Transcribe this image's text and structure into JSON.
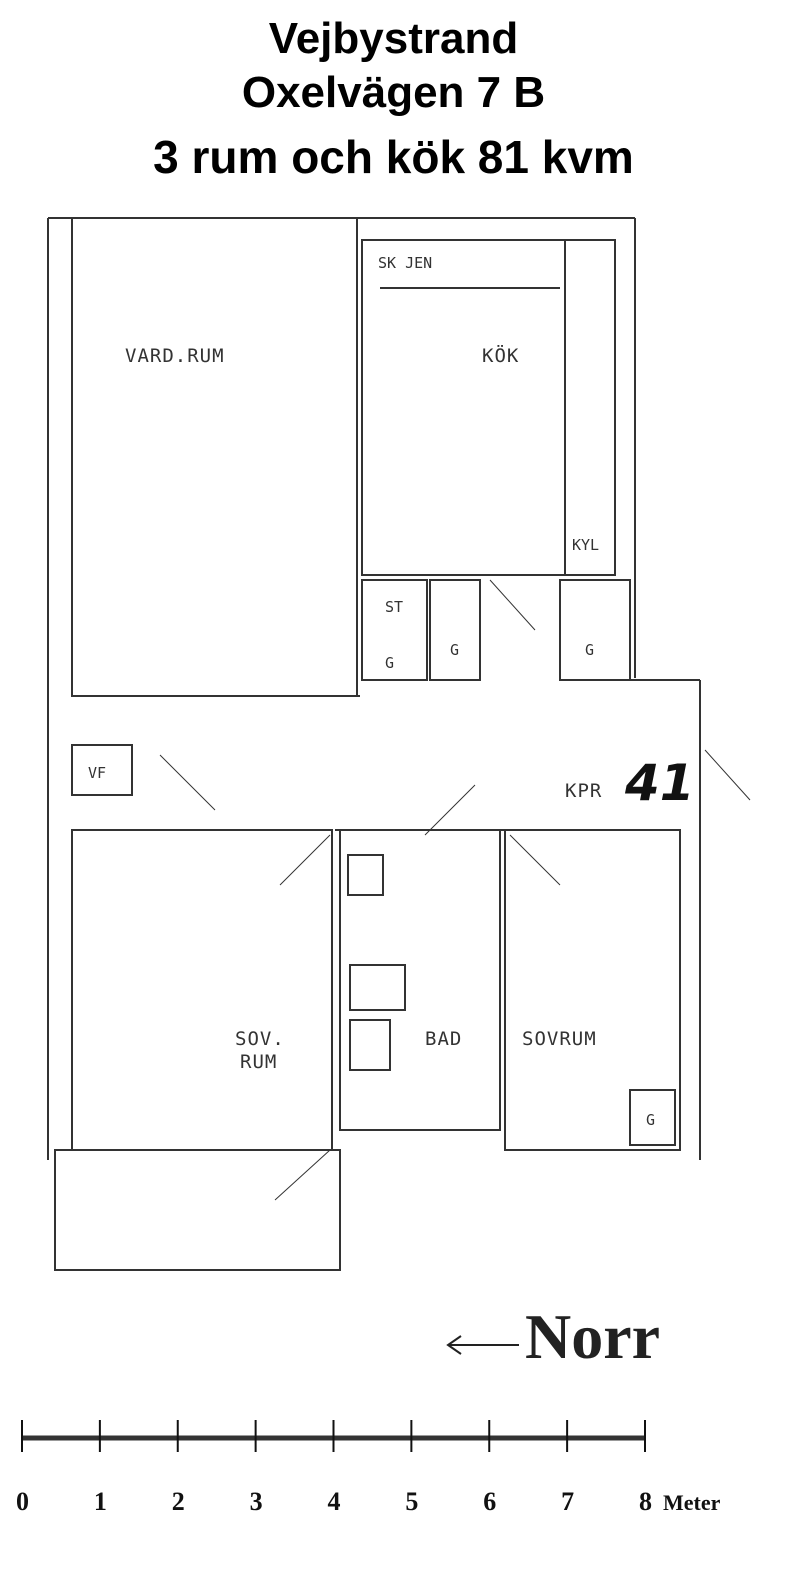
{
  "header": {
    "line1": "Vejbystrand",
    "line2": "Oxelvägen 7 B",
    "line3": "3 rum och kök 81 kvm"
  },
  "plan": {
    "rooms": {
      "vardrum": "VARD.RUM",
      "kok": "KÖK",
      "skjen": "SK JEN",
      "kyl": "KYL",
      "st": "ST",
      "g1": "G",
      "g2": "G",
      "g3": "G",
      "g4": "G",
      "vf": "VF",
      "kpr": "KPR",
      "kpr_num": "41",
      "sov1_a": "SOV.",
      "sov1_b": "RUM",
      "bad": "BAD",
      "sovrum": "SOVRUM"
    }
  },
  "compass": {
    "label": "Norr",
    "arrow": "←"
  },
  "scale": {
    "ticks": [
      "0",
      "1",
      "2",
      "3",
      "4",
      "5",
      "6",
      "7",
      "8"
    ],
    "unit": "Meter"
  }
}
